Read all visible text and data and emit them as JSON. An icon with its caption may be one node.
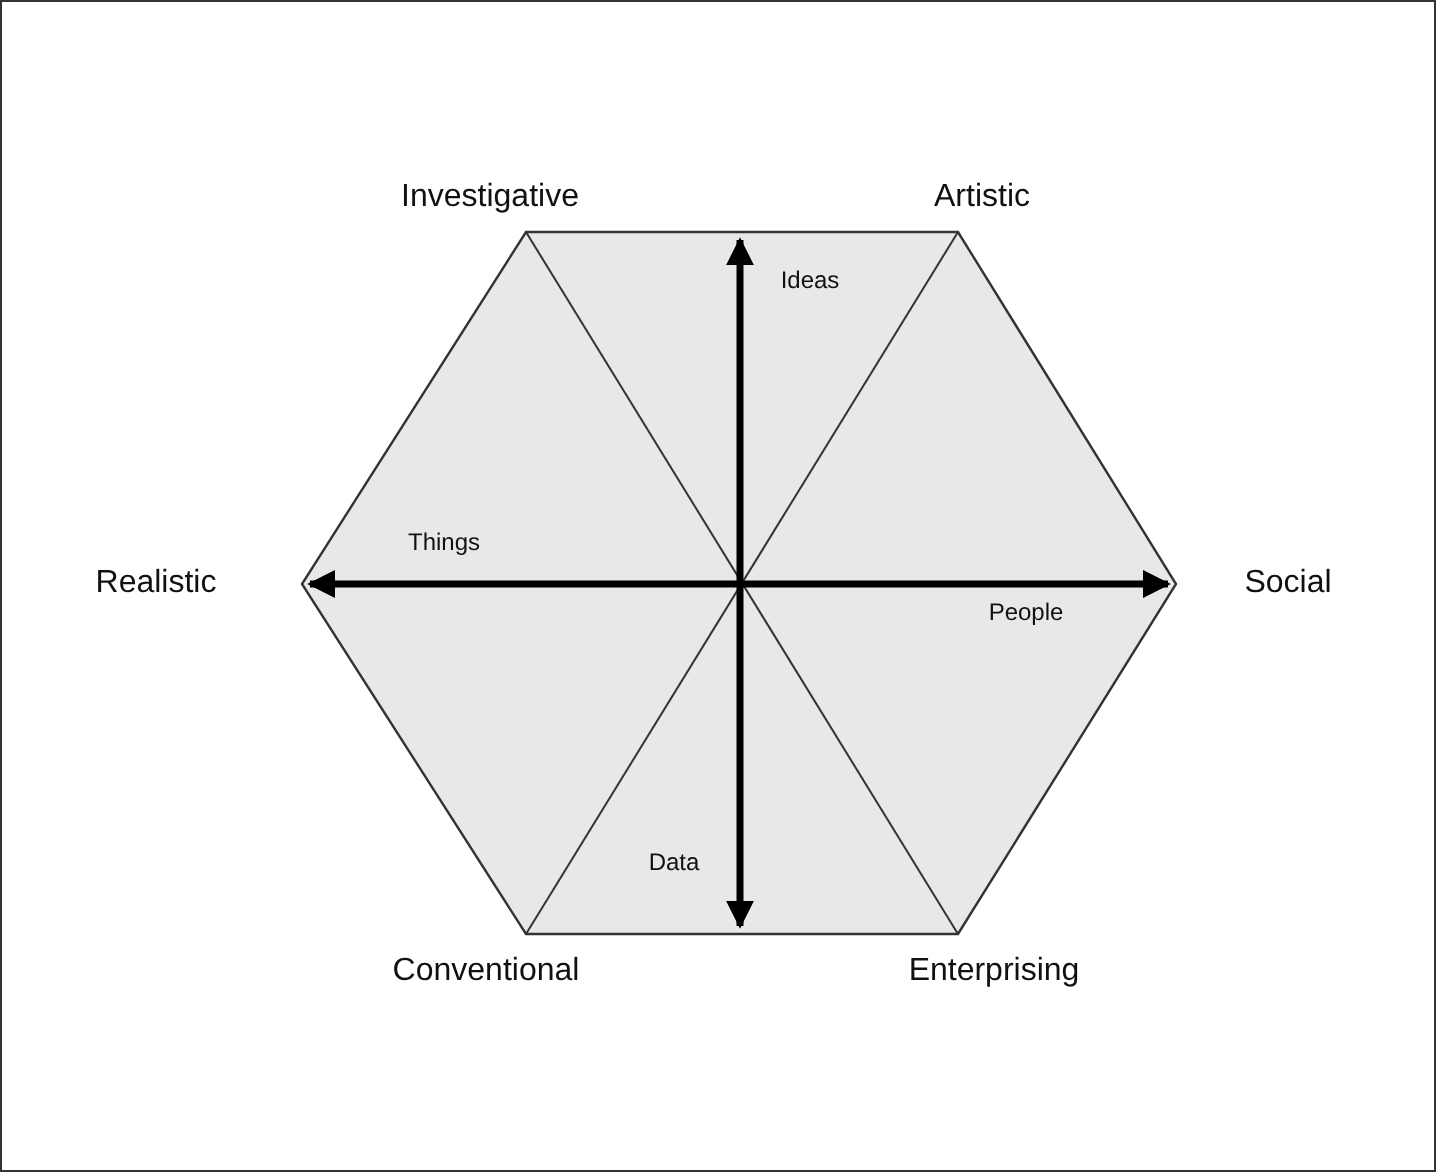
{
  "diagram": {
    "labels": [
      "Investigative",
      "Artistic",
      "Ideas",
      "Things",
      "Realistic",
      "Social",
      "People",
      "Data",
      "Conventional",
      "Enterprising"
    ]
  }
}
